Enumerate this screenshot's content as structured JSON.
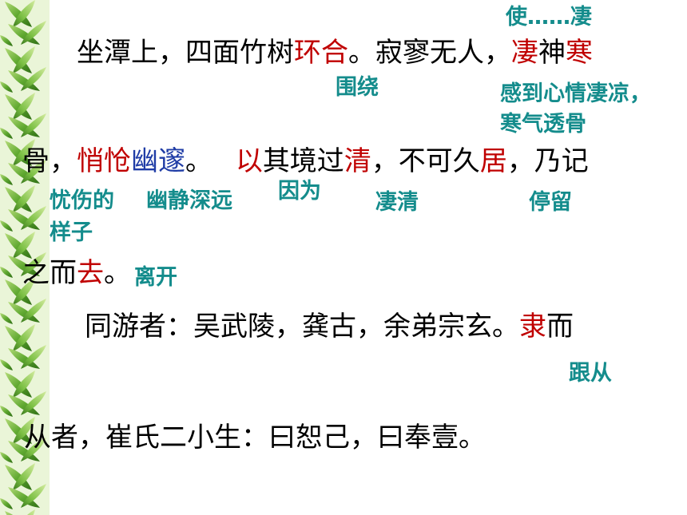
{
  "lines": {
    "l1": {
      "a": "坐潭上，四面竹树",
      "b": "环合",
      "c": "。寂寥无人，",
      "d": "凄",
      "e": "神",
      "f": "寒"
    },
    "l2": {
      "a": "骨，",
      "b": "悄怆",
      "c": "幽邃",
      "d": "。 ",
      "e": "以",
      "f": "其境过",
      "g": "清",
      "h": "，不可久",
      "i": "居",
      "j": "，乃记"
    },
    "l3": {
      "a": "之而",
      "b": "去",
      "c": "。"
    },
    "l4": {
      "a": "同游者：吴武陵，龚古，余弟宗玄。",
      "b": "隶",
      "c": "而"
    },
    "l5": {
      "a": "从者，崔氏二小生：曰恕己，曰奉壹。"
    }
  },
  "notes": {
    "shi_qi": "使……凄",
    "weirao": "围绕",
    "gandao_1": "感到心情凄凉，",
    "gandao_2": "寒气透骨",
    "youshang_1": "忧伤的",
    "youshang_2": "样子",
    "youjing": "幽静深远",
    "yinwei": "因为",
    "qiqing": "凄清",
    "tingliu": "停留",
    "likai": "离开",
    "gencong": "跟从"
  },
  "colors": {
    "keyword_red": "#c00000",
    "keyword_blue": "#1f3ca6",
    "annotation_teal": "#148c8c",
    "leaf_green": "#3f8f1f"
  },
  "decor": {
    "left_strip": "bamboo-leaf-pattern"
  }
}
